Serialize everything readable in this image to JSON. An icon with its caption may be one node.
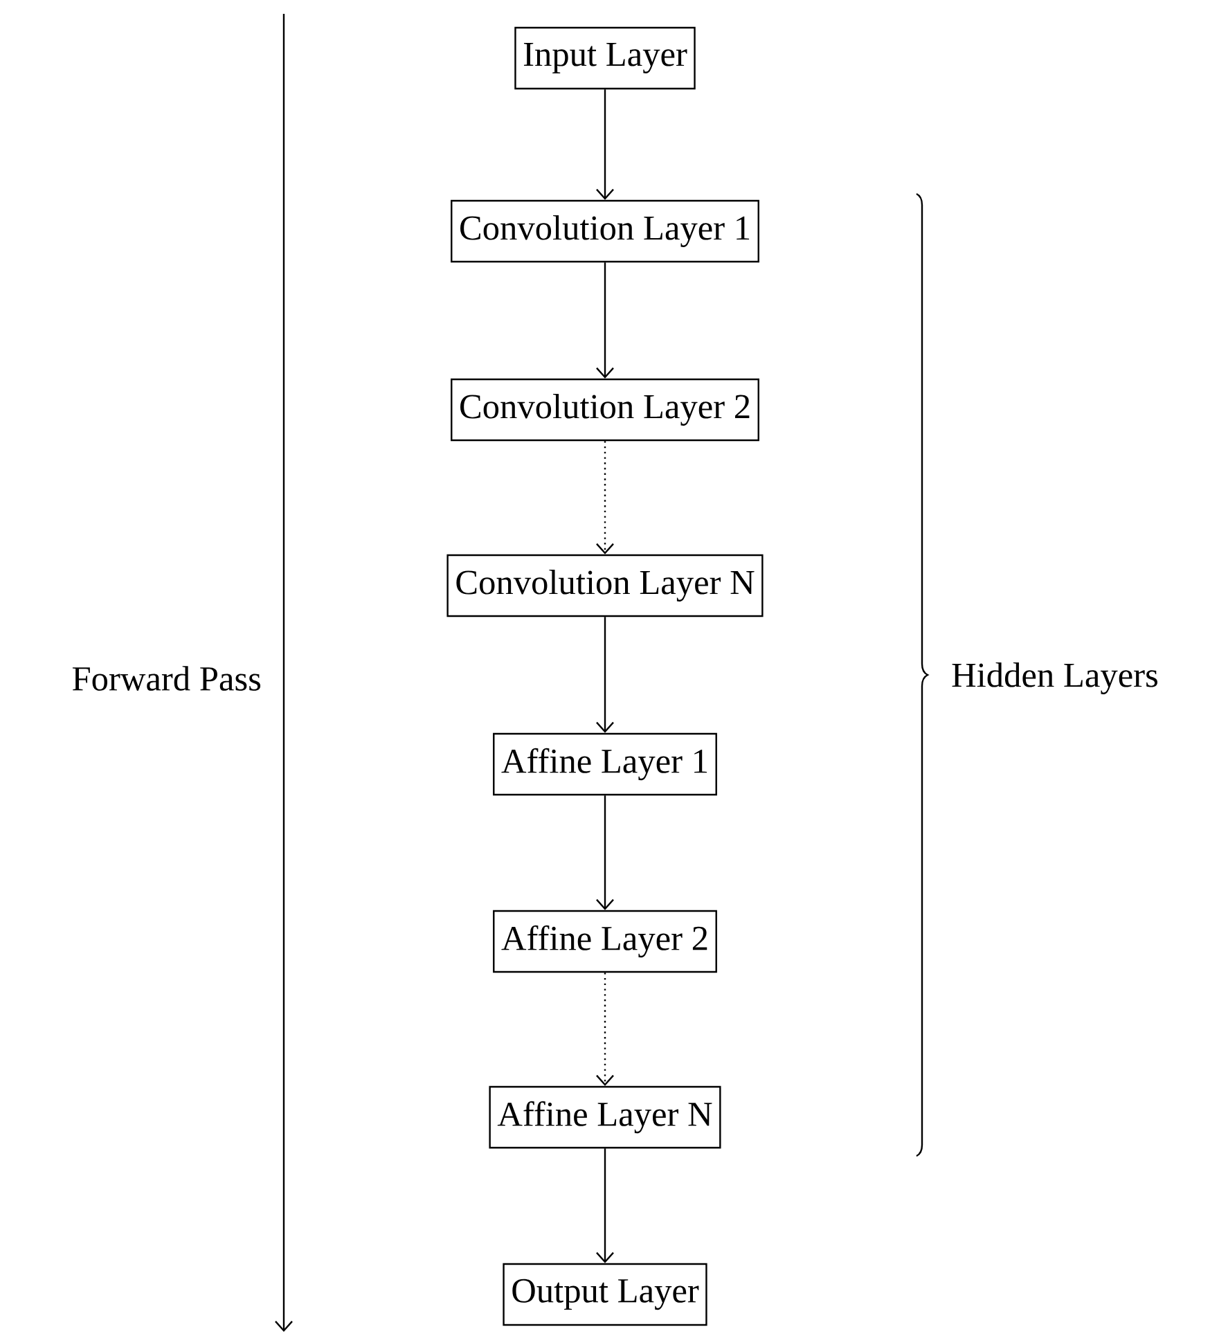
{
  "diagram": {
    "nodes": [
      {
        "text": [
          "Input Layer"
        ]
      },
      {
        "text": [
          "Convolution Layer 1"
        ]
      },
      {
        "text": [
          "Convolution Layer 2"
        ]
      },
      {
        "text": [
          "Convolution Layer N"
        ]
      },
      {
        "text": [
          "Affine Layer 1"
        ]
      },
      {
        "text": [
          "Affine Layer 2"
        ]
      },
      {
        "text": [
          "Affine Layer N"
        ]
      },
      {
        "text": [
          "Output Layer"
        ]
      }
    ],
    "edges": [
      {
        "from": 0,
        "to": 1,
        "arrow": "to"
      },
      {
        "from": 1,
        "to": 2,
        "arrow": "to"
      },
      {
        "from": 2,
        "to": 3,
        "arrow": "to",
        "style": "dashed"
      },
      {
        "from": 3,
        "to": 4,
        "arrow": "to"
      },
      {
        "from": 4,
        "to": 5,
        "arrow": "to"
      },
      {
        "from": 5,
        "to": 6,
        "arrow": "to",
        "style": "dashed"
      },
      {
        "from": 6,
        "to": 7,
        "arrow": "to"
      }
    ],
    "labels": [
      "Forward Pass",
      "Hidden Layers"
    ]
  }
}
